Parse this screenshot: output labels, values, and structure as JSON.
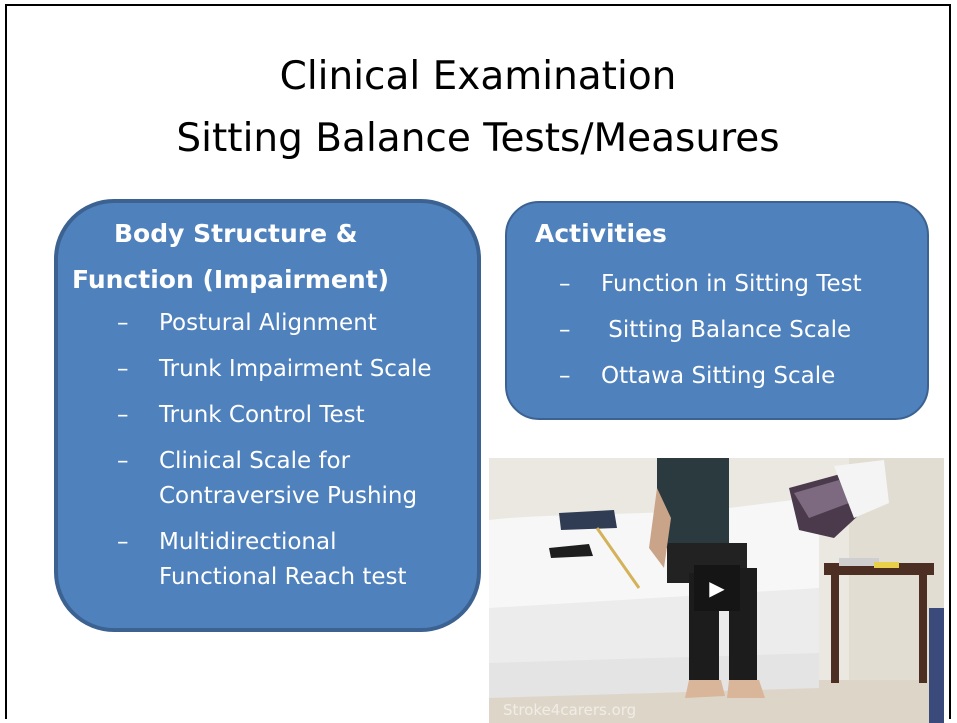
{
  "title": {
    "line1": "Clinical Examination",
    "line2": "Sitting Balance Tests/Measures"
  },
  "left_box": {
    "heading_line1": "Body Structure &",
    "heading_line2": "Function (Impairment)",
    "items": [
      {
        "line1": "Postural Alignment"
      },
      {
        "line1": "Trunk Impairment Scale"
      },
      {
        "line1": "Trunk Control Test"
      },
      {
        "line1": "Clinical Scale for",
        "line2": "Contraversive Pushing"
      },
      {
        "line1": "Multidirectional",
        "line2": "Functional Reach test"
      }
    ]
  },
  "right_box": {
    "heading": "Activities",
    "items": [
      "Function in Sitting Test",
      " Sitting Balance Scale",
      "Ottawa Sitting Scale"
    ]
  },
  "bullet_glyph": "–",
  "video": {
    "watermark": "Stroke4carers.org",
    "play_icon": "play-icon"
  },
  "colors": {
    "box_fill": "#4f81bd",
    "box_border": "#3b6291",
    "text_on_box": "#ffffff"
  }
}
